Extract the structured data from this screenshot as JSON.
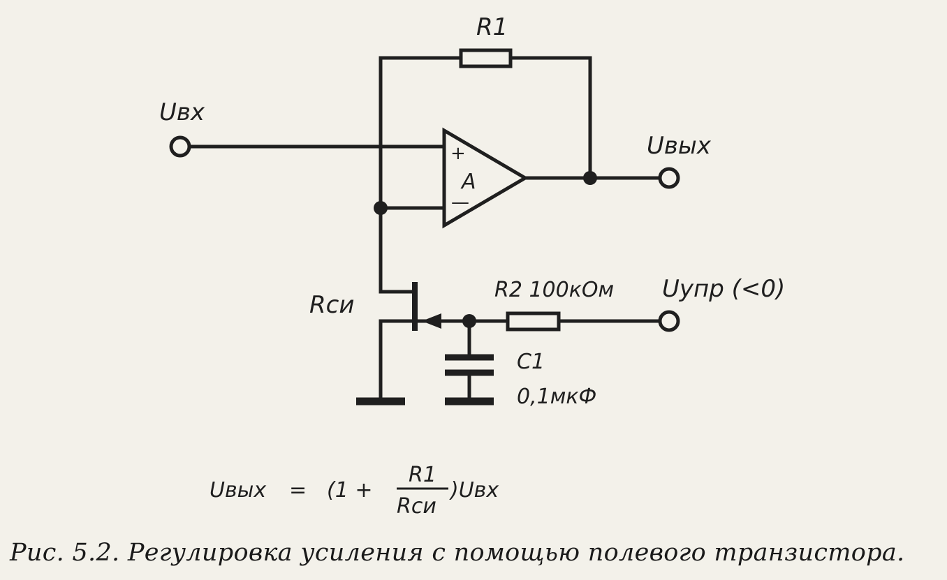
{
  "labels": {
    "r1": "R1",
    "uin": "Uвх",
    "uout": "Uвых",
    "opamp": "A",
    "plus": "+",
    "minus": "—",
    "rsi": "Rси",
    "r2": "R2  100кОм",
    "uctrl": "Uупр (<0)",
    "c1": "C1",
    "c1_value": "0,1мкФ"
  },
  "formula": {
    "lhs": "Uвых",
    "equals": "=",
    "open": "(1  +",
    "numerator": "R1",
    "denominator": "Rси",
    "close": ")Uвх"
  },
  "caption": "Рис. 5.2. Регулировка усиления с помощью полевого транзистора."
}
